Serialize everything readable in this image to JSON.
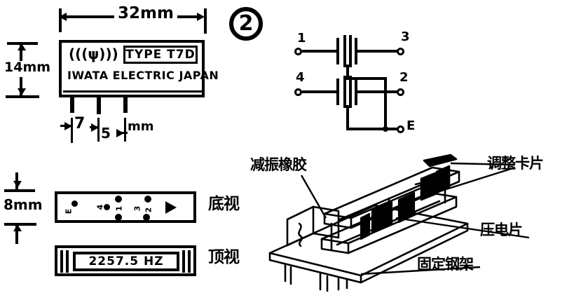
{
  "figure": {
    "marker": "2"
  },
  "front_view": {
    "width_dim": "32mm",
    "height_dim": "14mm",
    "pin_dim_a": "7",
    "pin_dim_b": "5",
    "pin_dim_unit": "mm",
    "speaker_icon": "(((ψ)))",
    "type_label": "TYPE T7D",
    "maker_label": "IWATA ELECTRIC JAPAN"
  },
  "side_views": {
    "thickness_dim": "8mm",
    "bottom_view_label": "底视",
    "top_view_label": "顶视",
    "frequency": "2257.5 HZ",
    "pin_markers": [
      "E",
      "4",
      "1",
      "3",
      "2"
    ]
  },
  "circuit": {
    "terminals": [
      {
        "id": "t1",
        "label": "1"
      },
      {
        "id": "t3",
        "label": "3"
      },
      {
        "id": "t4",
        "label": "4"
      },
      {
        "id": "t2",
        "label": "2"
      },
      {
        "id": "tE",
        "label": "E"
      }
    ]
  },
  "assembly": {
    "labels": [
      {
        "id": "damping-rubber",
        "text": "减振橡胶"
      },
      {
        "id": "adjust-clip",
        "text": "调整卡片"
      },
      {
        "id": "piezo-plate",
        "text": "压电片"
      },
      {
        "id": "steel-frame",
        "text": "固定钢架"
      }
    ]
  },
  "colors": {
    "ink": "#000000",
    "paper": "#ffffff"
  }
}
